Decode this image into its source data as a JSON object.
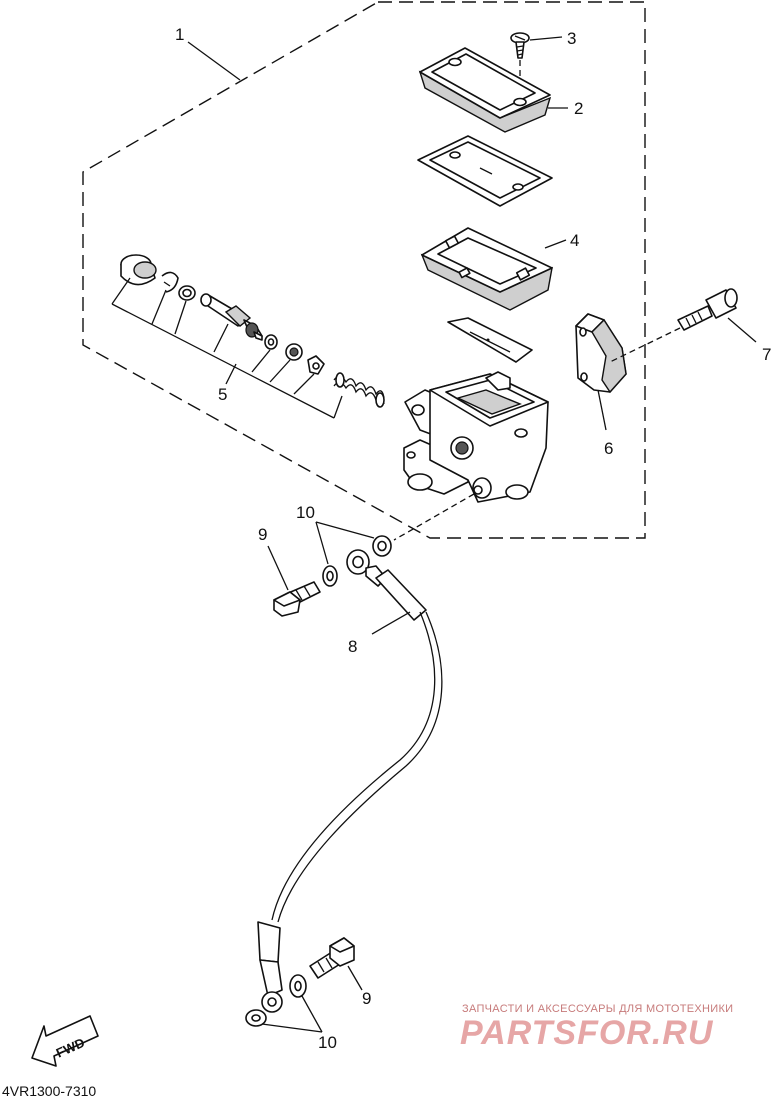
{
  "callouts": {
    "c1": "1",
    "c2": "2",
    "c3": "3",
    "c4": "4",
    "c5": "5",
    "c6": "6",
    "c7": "7",
    "c8": "8",
    "c9_upper": "9",
    "c9_lower": "9",
    "c10_upper": "10",
    "c10_lower": "10"
  },
  "fwd_label": "FWD",
  "diagram_code": "4VR1300-7310",
  "watermark": {
    "tagline": "ЗАПЧАСТИ И АКСЕССУАРЫ ДЛЯ МОТОТЕХНИКИ",
    "brand": "PARTSFOR.RU",
    "color": "#e6a6a6"
  }
}
